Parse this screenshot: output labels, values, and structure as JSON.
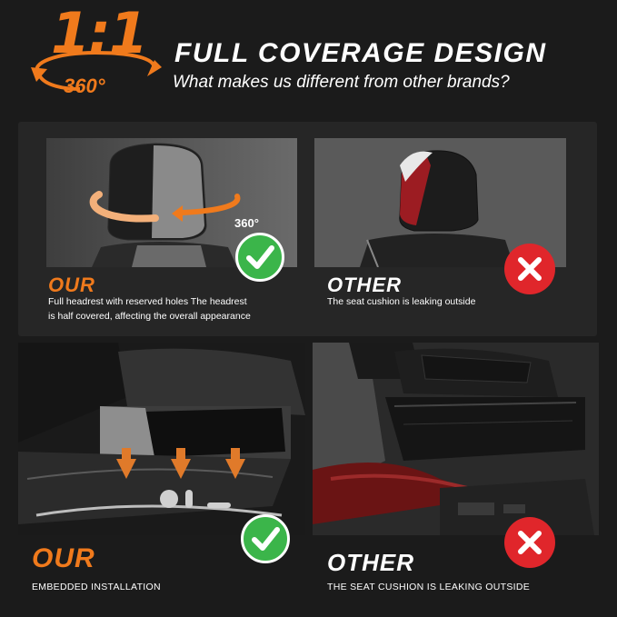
{
  "logo": {
    "ratio": "1:1",
    "degrees": "360°"
  },
  "header": {
    "title": "FULL COVERAGE DESIGN",
    "subtitle": "What makes us different from other brands?"
  },
  "top_row": {
    "ours": {
      "annotation": "360°",
      "label": "OUR",
      "caption_line1": "Full headrest with reserved holes The headrest",
      "caption_line2": "is half covered, affecting the overall appearance",
      "status_icon": "check-icon"
    },
    "other": {
      "label": "OTHER",
      "caption": "The seat cushion is leaking outside",
      "status_icon": "cross-icon"
    }
  },
  "bottom_row": {
    "ours": {
      "label": "OUR",
      "caption": "EMBEDDED INSTALLATION",
      "status_icon": "check-icon"
    },
    "other": {
      "label": "OTHER",
      "caption": "THE SEAT CUSHION IS LEAKING OUTSIDE",
      "status_icon": "cross-icon"
    }
  },
  "colors": {
    "accent": "#f07a1c",
    "good": "#3bb54a",
    "bad": "#e0262b",
    "background": "#1b1b1b"
  }
}
